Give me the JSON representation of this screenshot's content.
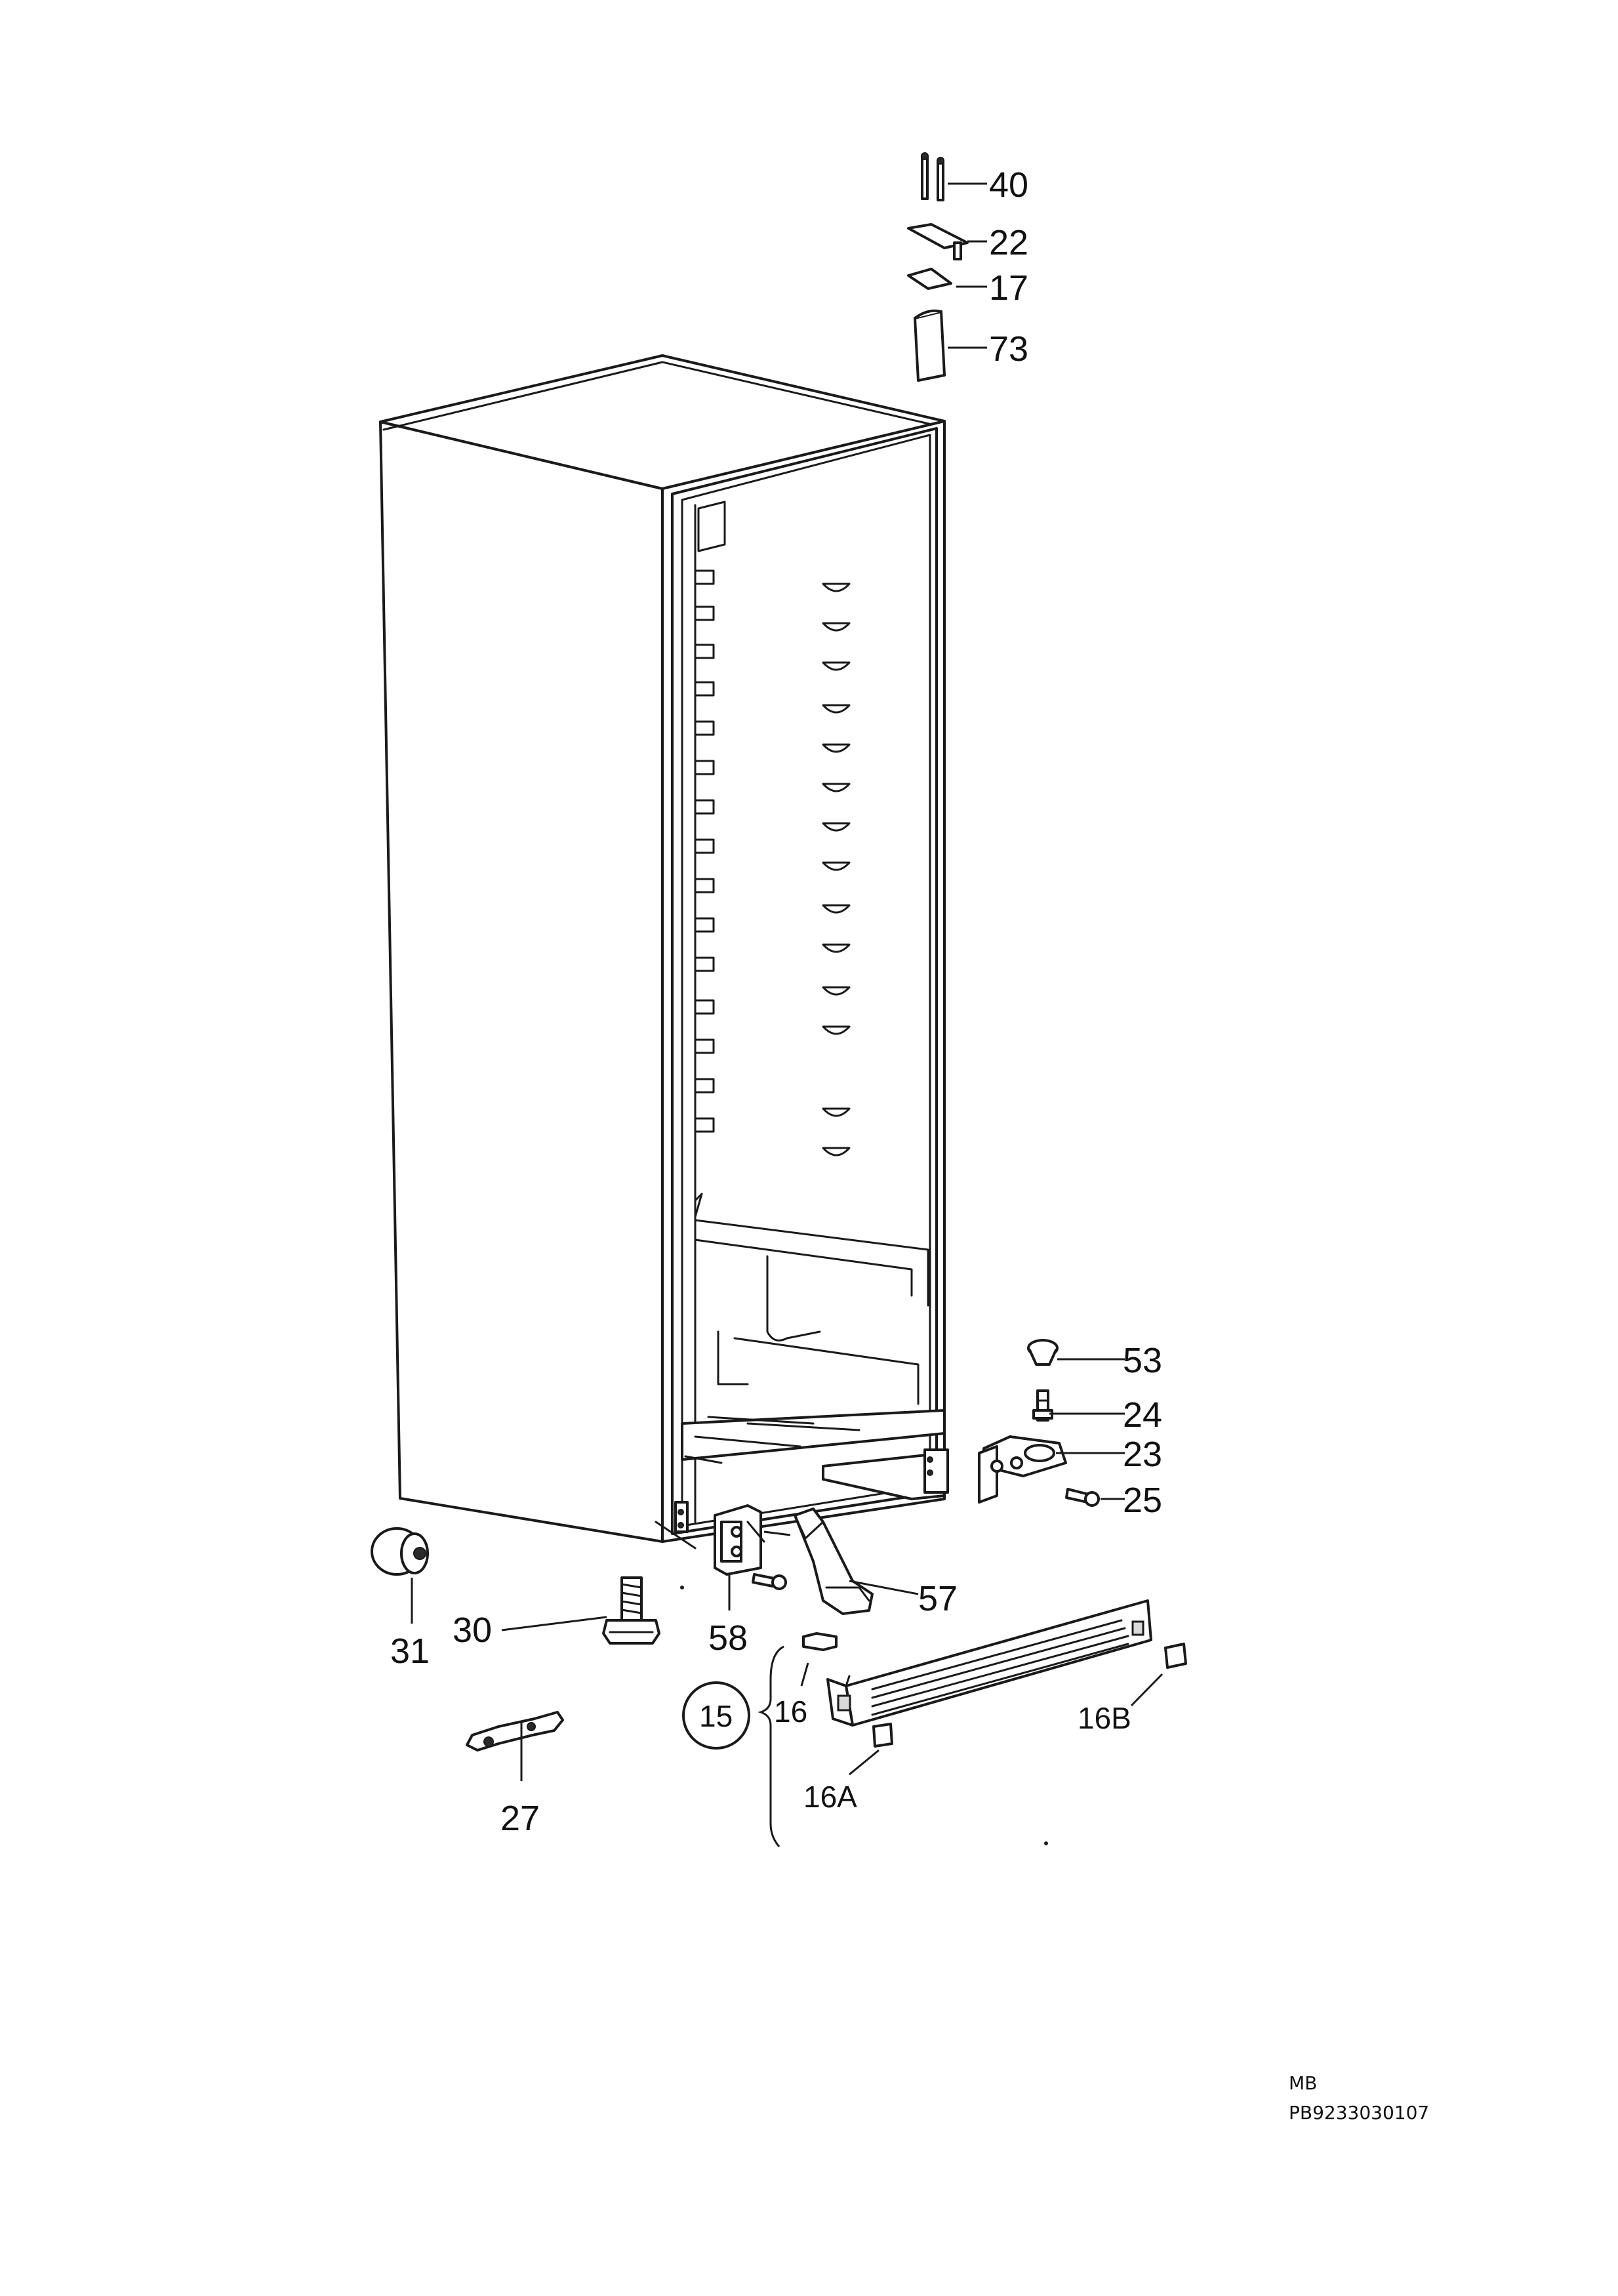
{
  "parts": [
    {
      "id": "p40",
      "label": "40",
      "icon": "screws-icon"
    },
    {
      "id": "p22",
      "label": "22",
      "icon": "top-hinge-icon"
    },
    {
      "id": "p17",
      "label": "17",
      "icon": "spacer-icon"
    },
    {
      "id": "p73",
      "label": "73",
      "icon": "hinge-cover-icon"
    },
    {
      "id": "p53",
      "label": "53",
      "icon": "cap-icon"
    },
    {
      "id": "p24",
      "label": "24",
      "icon": "pin-icon"
    },
    {
      "id": "p23",
      "label": "23",
      "icon": "bottom-hinge-icon"
    },
    {
      "id": "p25",
      "label": "25",
      "icon": "screw-icon"
    },
    {
      "id": "p57",
      "label": "57",
      "icon": "hinge-bracket-icon"
    },
    {
      "id": "p58",
      "label": "58",
      "icon": "hinge-block-icon"
    },
    {
      "id": "p31",
      "label": "31",
      "icon": "knob-icon"
    },
    {
      "id": "p30",
      "label": "30",
      "icon": "adjustable-foot-icon"
    },
    {
      "id": "p27",
      "label": "27",
      "icon": "wrench-icon"
    },
    {
      "id": "p15",
      "label": "15",
      "icon": "group-circle"
    },
    {
      "id": "p16",
      "label": "16",
      "icon": "clip-icon"
    },
    {
      "id": "p16A",
      "label": "16A",
      "icon": "cover-plug-icon"
    },
    {
      "id": "p16B",
      "label": "16B",
      "icon": "cover-plug-icon"
    }
  ],
  "footer": {
    "line1": "MB",
    "line2": "PB9233030107"
  }
}
